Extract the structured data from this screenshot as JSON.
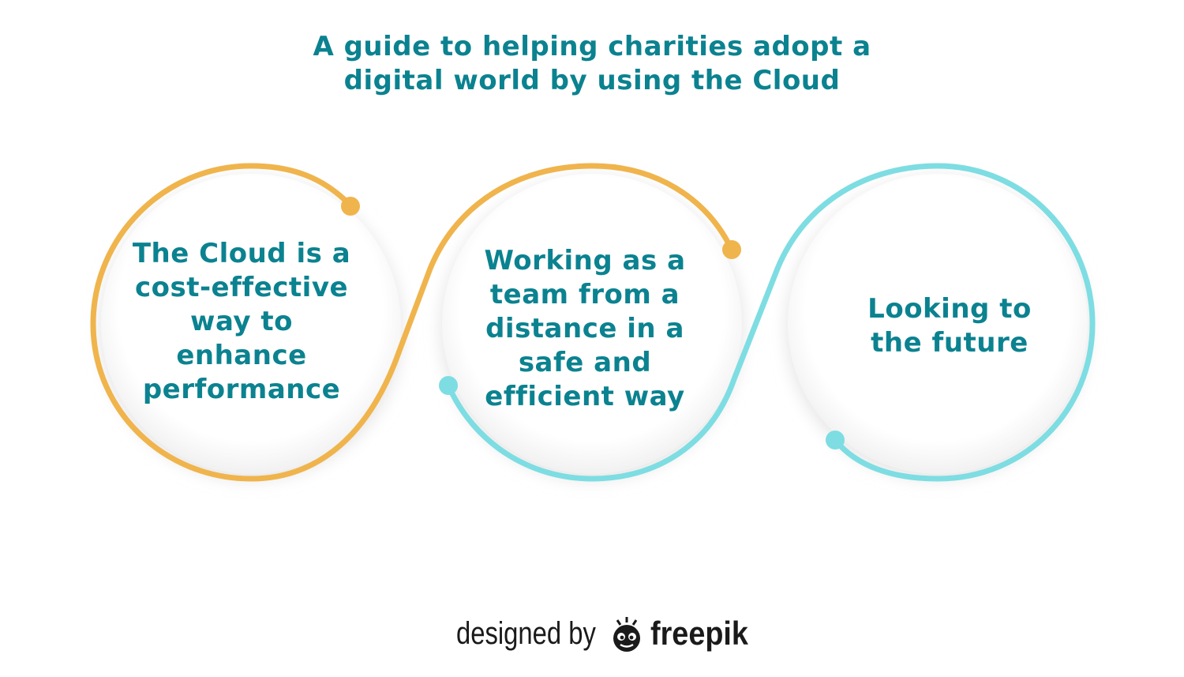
{
  "title": {
    "line1": "A guide to helping charities adopt a",
    "line2": "digital world by using the Cloud"
  },
  "steps": [
    {
      "lines": [
        "The Cloud is a",
        "cost-effective",
        "way to",
        "enhance",
        "performance"
      ],
      "color": "#f0b44c"
    },
    {
      "lines": [
        "Working as a",
        "team from a",
        "distance in a",
        "safe and",
        "efficient way"
      ],
      "color": "#f0b44c"
    },
    {
      "lines": [
        "Looking to",
        "the future"
      ],
      "color": "#7ddde2"
    }
  ],
  "colors": {
    "heading": "#0b8290",
    "orange": "#f0b44c",
    "cyan": "#7ddde2"
  },
  "credit": {
    "prefix": "designed by",
    "brand": "freepik",
    "logo_icon": "freepik-logo-icon"
  }
}
